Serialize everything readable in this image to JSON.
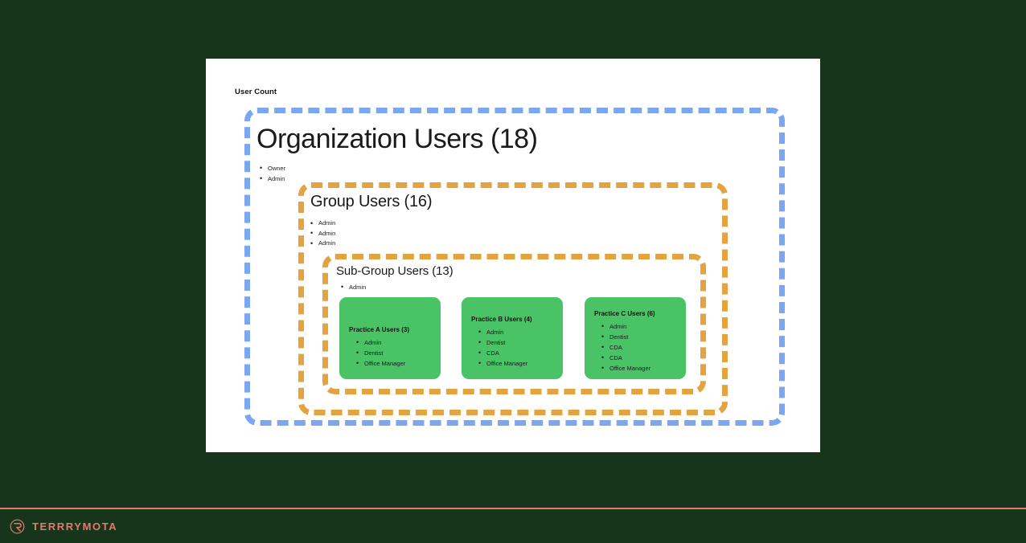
{
  "background_color": "#17351b",
  "canvas": {
    "background_color": "#ffffff",
    "label": "User Count"
  },
  "colors": {
    "organization_border": "#7ba7f0",
    "group_border": "#e4a341",
    "subgroup_border": "#e4a341",
    "practice_card": "#4ac367",
    "brand": "#e8786a",
    "text": "#1a1a1a"
  },
  "organization": {
    "title": "Organization Users (18)",
    "count": 18,
    "roles": [
      "Owner",
      "Admin"
    ]
  },
  "group": {
    "title": "Group Users (16)",
    "count": 16,
    "roles": [
      "Admin",
      "Admin",
      "Admin"
    ]
  },
  "subgroup": {
    "title": "Sub-Group Users (13)",
    "count": 13,
    "roles": [
      "Admin"
    ]
  },
  "practices": [
    {
      "title": "Practice A Users (3)",
      "count": 3,
      "roles": [
        "Admin",
        "Dentist",
        "Office Manager"
      ]
    },
    {
      "title": "Practice B Users (4)",
      "count": 4,
      "roles": [
        "Admin",
        "Dentist",
        "CDA",
        "Office Manager"
      ]
    },
    {
      "title": "Practice C Users (6)",
      "count": 6,
      "roles": [
        "Admin",
        "Dentist",
        "CDA",
        "CDA",
        "Office Manager"
      ]
    }
  ],
  "footer": {
    "wordmark": "TERRRYMOTA",
    "logo_icon": "circular-brand-mark-icon"
  }
}
